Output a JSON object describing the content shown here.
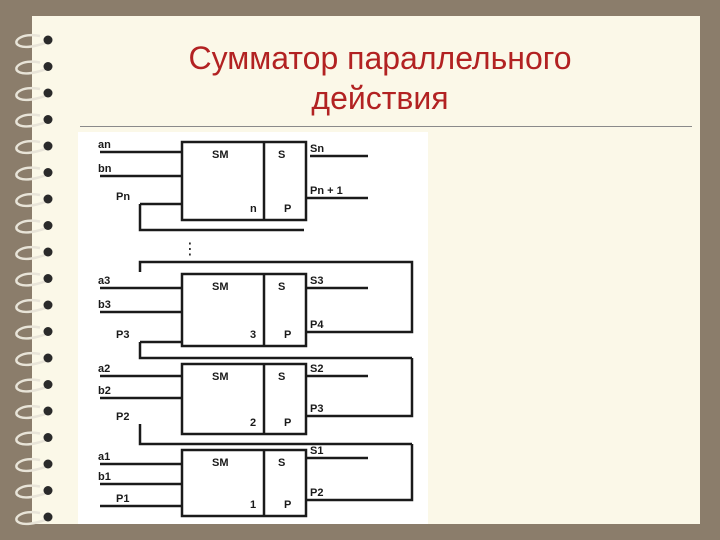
{
  "slide": {
    "title_line1": "Сумматор параллельного",
    "title_line2": "действия",
    "colors": {
      "title": "#b22222",
      "paper": "#fbf8e8",
      "background": "#8b7d6b",
      "ink": "#1a1a1a"
    }
  },
  "diagram": {
    "ellipsis": "⋮",
    "stages": [
      {
        "block_label": "SM",
        "sum_label": "S",
        "index_label": "n",
        "carry_label": "P",
        "in_a": "an",
        "in_b": "bn",
        "in_p": "Pn",
        "out_s": "Sn",
        "out_p": "Pn + 1"
      },
      {
        "block_label": "SM",
        "sum_label": "S",
        "index_label": "3",
        "carry_label": "P",
        "in_a": "a3",
        "in_b": "b3",
        "in_p": "P3",
        "out_s": "S3",
        "out_p": "P4"
      },
      {
        "block_label": "SM",
        "sum_label": "S",
        "index_label": "2",
        "carry_label": "P",
        "in_a": "a2",
        "in_b": "b2",
        "in_p": "P2",
        "out_s": "S2",
        "out_p": "P3"
      },
      {
        "block_label": "SM",
        "sum_label": "S",
        "index_label": "1",
        "carry_label": "P",
        "in_a": "a1",
        "in_b": "b1",
        "in_p": "P1",
        "out_s": "S1",
        "out_p": "P2"
      }
    ]
  }
}
